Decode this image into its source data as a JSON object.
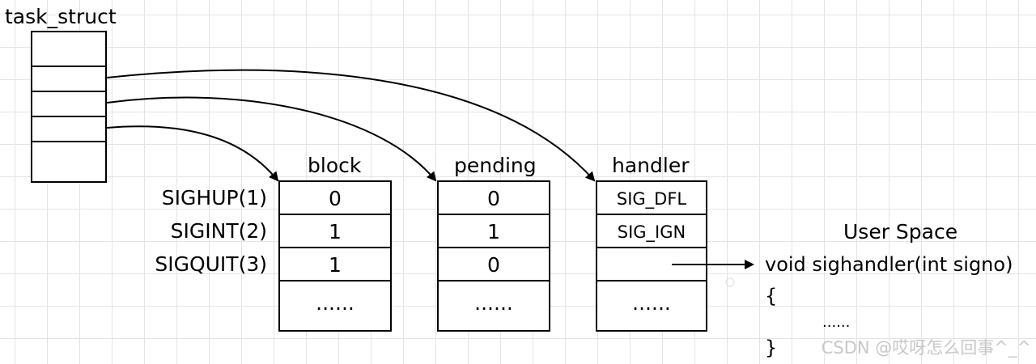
{
  "task_struct": {
    "title": "task_struct"
  },
  "tables": {
    "block": {
      "header": "block",
      "cells": [
        "0",
        "1",
        "1",
        "......"
      ]
    },
    "pending": {
      "header": "pending",
      "cells": [
        "0",
        "1",
        "0",
        "......"
      ]
    },
    "handler": {
      "header": "handler",
      "cells": [
        "SIG_DFL",
        "SIG_IGN",
        "",
        "......"
      ]
    }
  },
  "signals": [
    "SIGHUP(1)",
    "SIGINT(2)",
    "SIGQUIT(3)"
  ],
  "user_space": {
    "title": "User Space",
    "lines": [
      "void sighandler(int signo)",
      "{",
      "......",
      "}"
    ]
  },
  "watermark": "CSDN @哎呀怎么回事^_^"
}
